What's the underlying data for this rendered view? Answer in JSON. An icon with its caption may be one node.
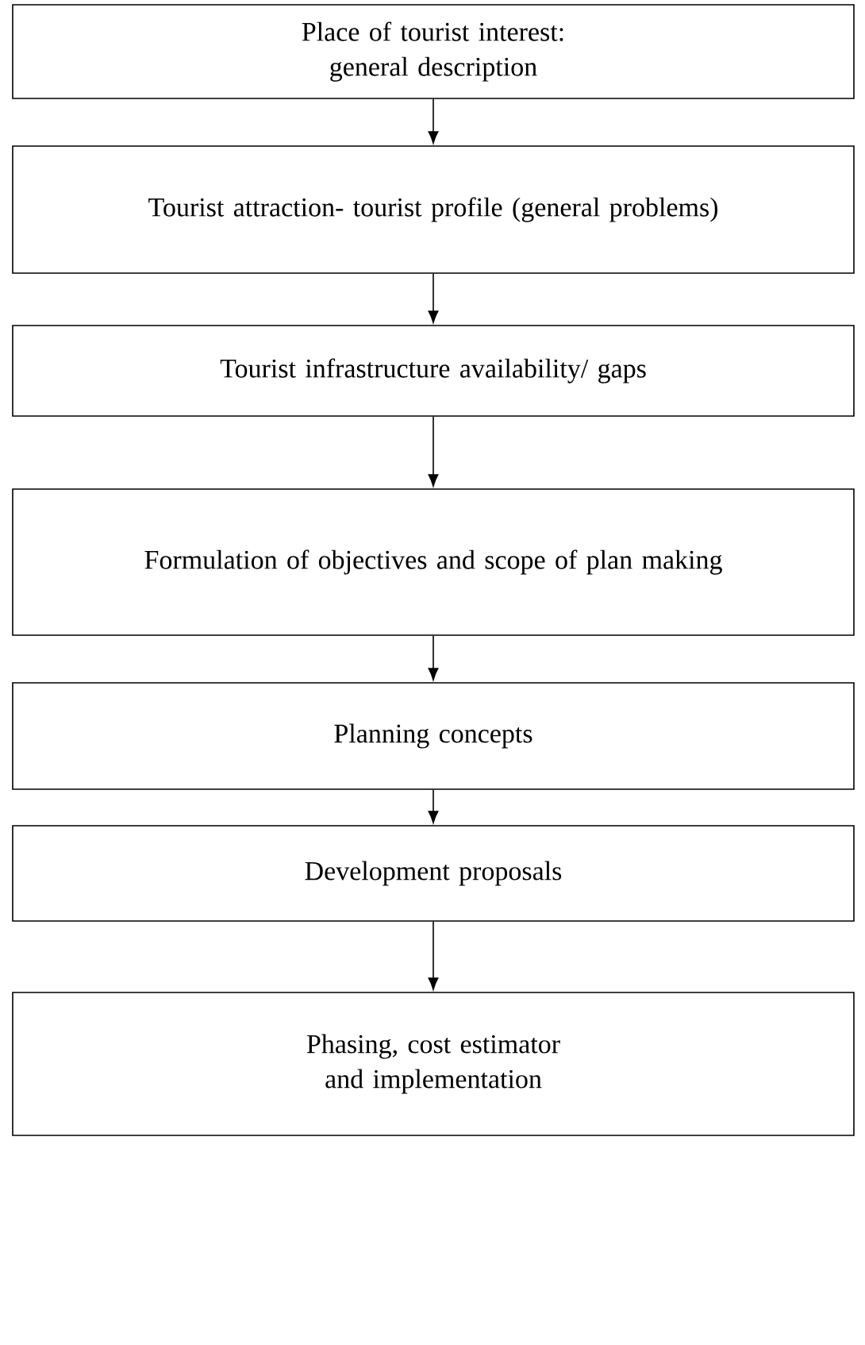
{
  "diagram": {
    "nodes": [
      {
        "text": [
          "Place of tourist interest: general description"
        ]
      },
      {
        "text": [
          "Tourist attraction- tourist profile (general problems)"
        ]
      },
      {
        "text": [
          "Tourist infrastructure availability/ gaps"
        ]
      },
      {
        "text": [
          "Formulation of objectives and scope of plan making"
        ]
      },
      {
        "text": [
          "Planning concepts"
        ]
      },
      {
        "text": [
          "Development proposals"
        ]
      },
      {
        "text": [
          "Phasing, cost estimator and implementation"
        ]
      }
    ],
    "edges": [
      {
        "from": 0,
        "to": 1,
        "arrow": "to"
      },
      {
        "from": 1,
        "to": 2,
        "arrow": "to"
      },
      {
        "from": 2,
        "to": 3,
        "arrow": "to"
      },
      {
        "from": 3,
        "to": 4,
        "arrow": "to"
      },
      {
        "from": 4,
        "to": 5,
        "arrow": "to"
      },
      {
        "from": 5,
        "to": 6,
        "arrow": "to"
      }
    ]
  }
}
